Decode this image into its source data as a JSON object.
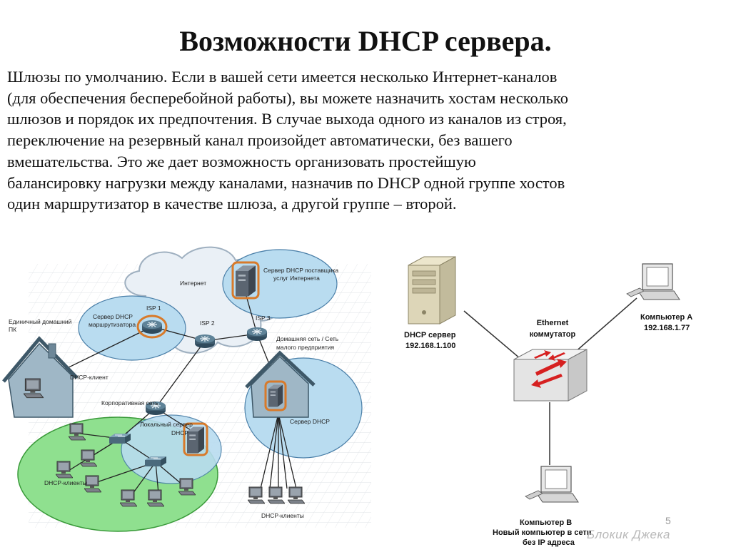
{
  "slide": {
    "title": "Возможности DHCP сервера.",
    "paragraph_lines": [
      "Шлюзы по умолчанию. Если в вашей сети имеется несколько Интернет-каналов",
      "(для обеспечения бесперебойной работы), вы можете назначить хостам несколько",
      "шлюзов и порядок их предпочтения. В случае выхода одного из каналов из строя,",
      "переключение на резервный канал произойдет автоматически, без вашего",
      "вмешательства. Это же дает возможность организовать простейшую",
      "балансировку нагрузки между каналами, назначив по DHCP одной группе хостов",
      "один маршрутизатор в качестве шлюза, а другой группе – второй."
    ],
    "slide_number": "5",
    "watermark": "Блокик Джека"
  },
  "left_diagram": {
    "internet": "Интернет",
    "isp_server_line1": "Сервер DHCP поставщика",
    "isp_server_line2": "услуг Интернета",
    "isp1": "ISP 1",
    "isp2": "ISP 2",
    "isp3": "ISP 3",
    "home_pc_line1": "Единичный домашний",
    "home_pc_line2": "ПК",
    "router_dhcp_line1": "Сервер DHCP",
    "router_dhcp_line2": "маршрутизатора",
    "dhcp_client": "DHCP-клиент",
    "small_office_line1": "Домашняя сеть / Сеть",
    "small_office_line2": "малого предприятия",
    "server_dhcp": "Сервер DHCP",
    "corporate_net": "Корпоративная сеть",
    "local_server_line1": "Локальный сервер",
    "local_server_line2": "DHCP",
    "dhcp_clients_left": "DHCP-клиенты",
    "dhcp_clients_bottom": "DHCP-клиенты"
  },
  "right_diagram": {
    "dhcp_server_name": "DHCP сервер",
    "dhcp_server_ip": "192.168.1.100",
    "switch_line1": "Ethernet",
    "switch_line2": "коммутатор",
    "pc_a_name": "Компьютер А",
    "pc_a_ip": "192.168.1.77",
    "pc_b_line1": "Компьютер В",
    "pc_b_line2": "Новый компьютер в сети",
    "pc_b_line3": "без IP адреса"
  },
  "colors": {
    "ellipse_fill": "#b9dcf0",
    "green_fill": "#8fe08f",
    "cloud_fill": "#eaf0f6",
    "router_fill": "#4f6d80",
    "highlight_orange": "#d87a2a",
    "switch_arrow_red": "#d62020"
  }
}
